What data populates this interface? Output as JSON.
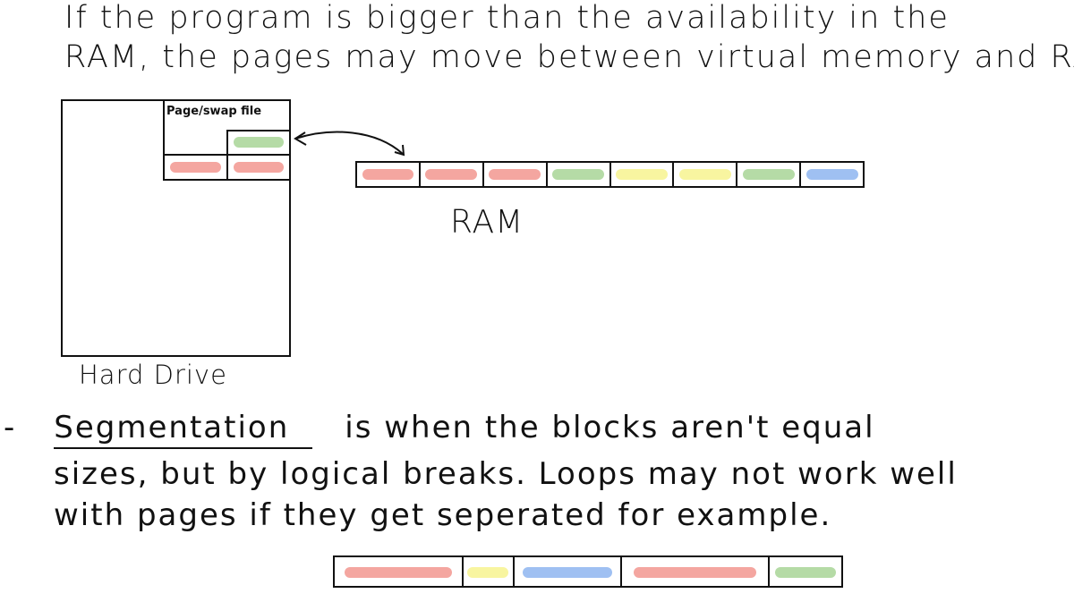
{
  "intro": {
    "line1": "If the program is bigger than the availability in the",
    "line2": "RAM, the pages may move between virtual memory and RAM"
  },
  "hard_drive": {
    "label": "Hard Drive",
    "swap_file_label": "Page/swap file",
    "swap_pages": [
      "green",
      "red",
      "red"
    ]
  },
  "ram": {
    "label": "RAM",
    "pages": [
      "red",
      "red",
      "red",
      "green",
      "yellow",
      "yellow",
      "green",
      "blue"
    ]
  },
  "segmentation": {
    "bullet": "-",
    "term": "Segmentation",
    "line1_rest": "is when the blocks aren't equal",
    "line2": "sizes, but by logical breaks. Loops may not work well",
    "line3": "with pages if they get seperated for example.",
    "segments": [
      {
        "color": "red",
        "size": 145
      },
      {
        "color": "yellow",
        "size": 56
      },
      {
        "color": "blue",
        "size": 121
      },
      {
        "color": "red",
        "size": 166
      },
      {
        "color": "green",
        "size": 82
      }
    ]
  },
  "colors": {
    "red": "#f4a6a0",
    "green": "#b5dba6",
    "yellow": "#f8f5a0",
    "blue": "#9fc0f2",
    "ink": "#111111"
  }
}
